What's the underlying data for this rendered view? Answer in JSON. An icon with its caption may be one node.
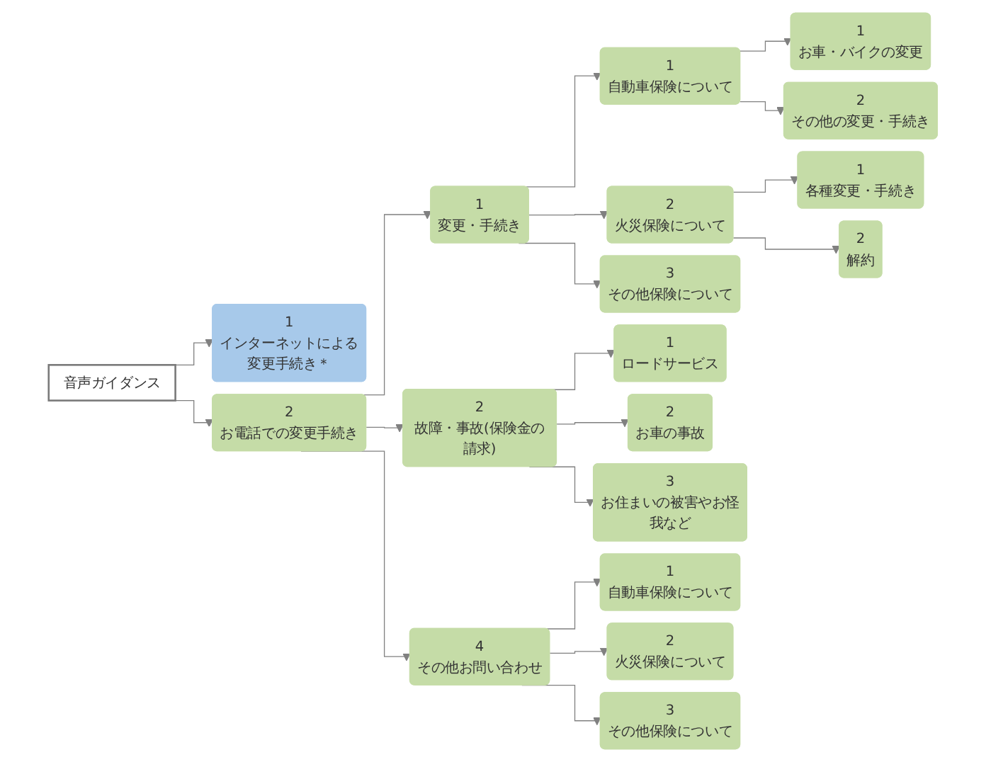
{
  "diagram": {
    "nodes": [
      {
        "text": [
          "音声ガイダンス"
        ]
      },
      {
        "text": [
          "1",
          "インターネットによる変更手続き＊"
        ]
      },
      {
        "text": [
          "2",
          "お電話での変更手続き"
        ]
      },
      {
        "text": [
          "1",
          "変更・手続き"
        ]
      },
      {
        "text": [
          "1",
          "自動車保険について"
        ]
      },
      {
        "text": [
          "1",
          "お車・バイクの変更"
        ]
      },
      {
        "text": [
          "2",
          "その他の変更・手続き"
        ]
      },
      {
        "text": [
          "2",
          "火災保険について"
        ]
      },
      {
        "text": [
          "1",
          "各種変更・手続き"
        ]
      },
      {
        "text": [
          "2",
          "解約"
        ]
      },
      {
        "text": [
          "3",
          "その他保険について"
        ]
      },
      {
        "text": [
          "2",
          "故障・事故(保険金の請求)"
        ]
      },
      {
        "text": [
          "1",
          "ロードサービス"
        ]
      },
      {
        "text": [
          "2",
          "お車の事故"
        ]
      },
      {
        "text": [
          "3",
          "お住まいの被害やお怪我など"
        ]
      },
      {
        "text": [
          "4",
          "その他お問い合わせ"
        ]
      },
      {
        "text": [
          "1",
          "自動車保険について"
        ]
      },
      {
        "text": [
          "2",
          "火災保険について"
        ]
      },
      {
        "text": [
          "3",
          "その他保険について"
        ]
      }
    ],
    "edges": [
      {
        "from": 0,
        "to": 1,
        "arrow": "to"
      },
      {
        "from": 0,
        "to": 2,
        "arrow": "to"
      },
      {
        "from": 2,
        "to": 3,
        "arrow": "to"
      },
      {
        "from": 2,
        "to": 11,
        "arrow": "to"
      },
      {
        "from": 2,
        "to": 15,
        "arrow": "to"
      },
      {
        "from": 3,
        "to": 4,
        "arrow": "to"
      },
      {
        "from": 3,
        "to": 7,
        "arrow": "to"
      },
      {
        "from": 3,
        "to": 10,
        "arrow": "to"
      },
      {
        "from": 4,
        "to": 5,
        "arrow": "to"
      },
      {
        "from": 4,
        "to": 6,
        "arrow": "to"
      },
      {
        "from": 7,
        "to": 8,
        "arrow": "to"
      },
      {
        "from": 7,
        "to": 9,
        "arrow": "to"
      },
      {
        "from": 11,
        "to": 12,
        "arrow": "to"
      },
      {
        "from": 11,
        "to": 13,
        "arrow": "to"
      },
      {
        "from": 11,
        "to": 14,
        "arrow": "to"
      },
      {
        "from": 15,
        "to": 16,
        "arrow": "to"
      },
      {
        "from": 15,
        "to": 17,
        "arrow": "to"
      },
      {
        "from": 15,
        "to": 18,
        "arrow": "to"
      }
    ]
  }
}
